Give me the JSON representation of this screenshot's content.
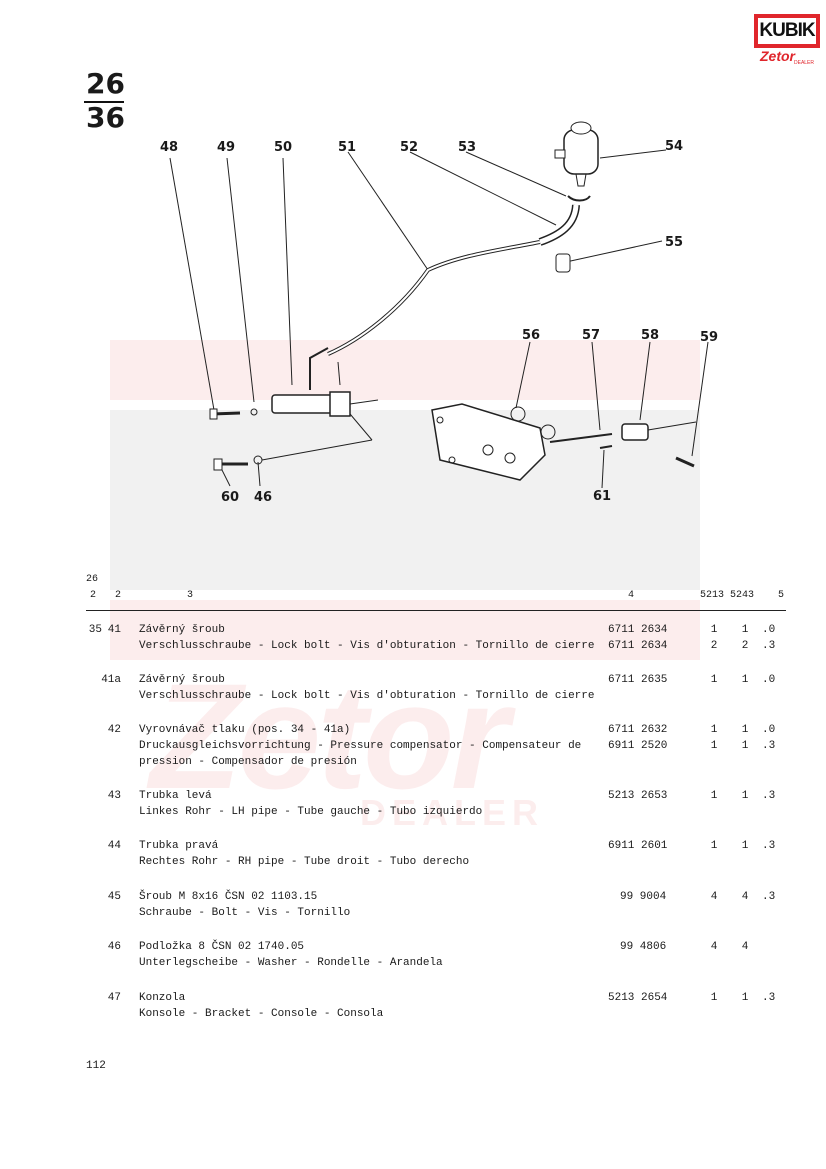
{
  "logo": {
    "brand": "KUBIK",
    "sub": "Zetor",
    "dealer": "DEALER"
  },
  "page_code": {
    "top": "26",
    "bottom": "36"
  },
  "watermark": {
    "text": "Zetor",
    "sub": "DEALER"
  },
  "callouts": [
    {
      "label": "48"
    },
    {
      "label": "49"
    },
    {
      "label": "50"
    },
    {
      "label": "51"
    },
    {
      "label": "52"
    },
    {
      "label": "53"
    },
    {
      "label": "54"
    },
    {
      "label": "55"
    },
    {
      "label": "56"
    },
    {
      "label": "57"
    },
    {
      "label": "58"
    },
    {
      "label": "59"
    },
    {
      "label": "60"
    },
    {
      "label": "46"
    },
    {
      "label": "61"
    }
  ],
  "table_header": {
    "group": "26",
    "c1": "2",
    "c2": "2",
    "c3": "3",
    "c4": "4",
    "c5": "5213",
    "c6": "5243",
    "c7": "5"
  },
  "rows": [
    {
      "pos1": "35",
      "pos2": "41",
      "lines": [
        "Závěrný šroub",
        "Verschlusschraube - Lock bolt - Vis d'obturation - Tornillo de cierre"
      ],
      "parts": [
        [
          "6711 2634",
          "1",
          "1",
          ".0"
        ],
        [
          "6711 2634",
          "2",
          "2",
          ".3"
        ]
      ]
    },
    {
      "pos1": "",
      "pos2": "41a",
      "lines": [
        "Závěrný šroub",
        "Verschlusschraube - Lock bolt - Vis d'obturation - Tornillo de cierre"
      ],
      "parts": [
        [
          "6711 2635",
          "1",
          "1",
          ".0"
        ]
      ]
    },
    {
      "pos1": "",
      "pos2": "42",
      "lines": [
        "Vyrovnávač tlaku (pos. 34 - 41a)",
        "Druckausgleichsvorrichtung - Pressure compensator - Compensateur de",
        "pression - Compensador de presión"
      ],
      "parts": [
        [
          "6711 2632",
          "1",
          "1",
          ".0"
        ],
        [
          "6911 2520",
          "1",
          "1",
          ".3"
        ]
      ]
    },
    {
      "pos1": "",
      "pos2": "43",
      "lines": [
        "Trubka levá",
        "Linkes Rohr - LH pipe - Tube gauche - Tubo izquierdo"
      ],
      "parts": [
        [
          "5213 2653",
          "1",
          "1",
          ".3"
        ]
      ]
    },
    {
      "pos1": "",
      "pos2": "44",
      "lines": [
        "Trubka pravá",
        "Rechtes Rohr - RH pipe - Tube droit - Tubo derecho"
      ],
      "parts": [
        [
          "6911 2601",
          "1",
          "1",
          ".3"
        ]
      ]
    },
    {
      "pos1": "",
      "pos2": "45",
      "lines": [
        "Šroub M 8x16 ČSN 02 1103.15",
        "Schraube - Bolt - Vis - Tornillo"
      ],
      "parts": [
        [
          "99 9004",
          "4",
          "4",
          ".3"
        ]
      ]
    },
    {
      "pos1": "",
      "pos2": "46",
      "lines": [
        "Podložka 8  ČSN 02 1740.05",
        "Unterlegscheibe - Washer - Rondelle - Arandela"
      ],
      "parts": [
        [
          "99 4806",
          "4",
          "4",
          ""
        ]
      ]
    },
    {
      "pos1": "",
      "pos2": "47",
      "lines": [
        "Konzola",
        "Konsole - Bracket - Console - Consola"
      ],
      "parts": [
        [
          "5213 2654",
          "1",
          "1",
          ".3"
        ]
      ]
    }
  ],
  "page_number": "112"
}
